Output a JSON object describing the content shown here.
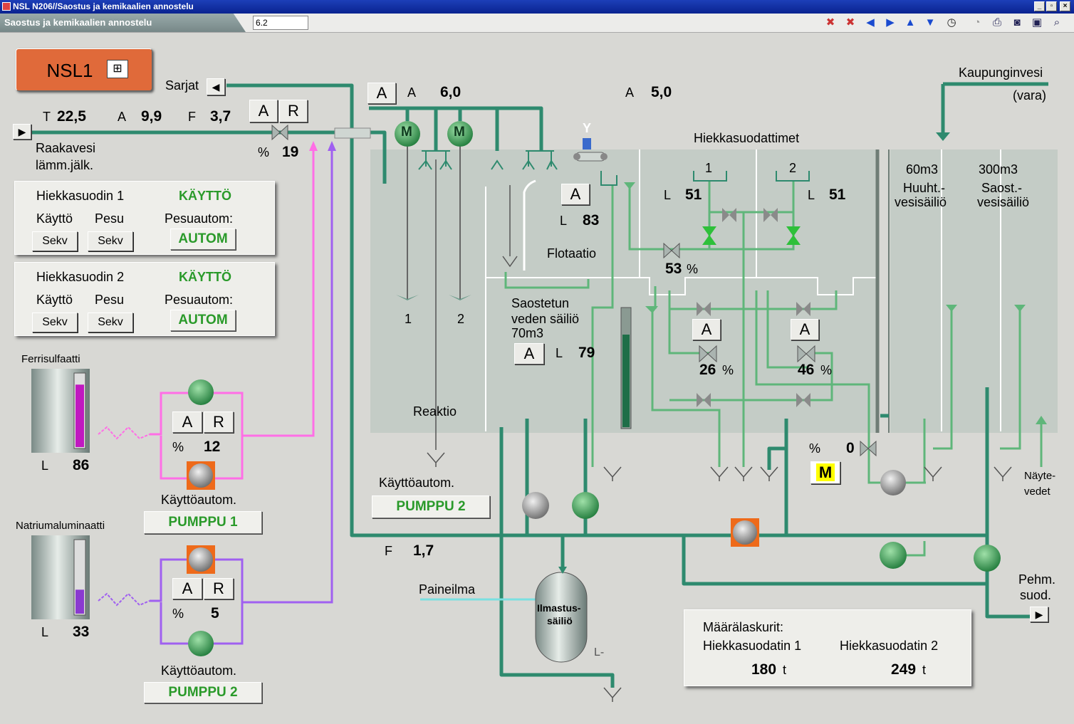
{
  "window": {
    "title": "NSL N206//Saostus ja kemikaalien annostelu"
  },
  "header": {
    "tab_label": "Saostus ja kemikaalien annostelu",
    "field_value": "6.2"
  },
  "toolbar": {
    "icons": [
      "alarm-off-icon",
      "alarm-ack-icon",
      "arrow-left-icon",
      "arrow-right-icon",
      "arrow-up-icon",
      "arrow-down-icon",
      "clock-icon",
      "history-icon",
      "print-icon",
      "camera-icon",
      "screen-icon",
      "zoom-icon"
    ]
  },
  "nsl": {
    "label": "NSL1"
  },
  "sarjat": {
    "label": "Sarjat"
  },
  "raw": {
    "t_label": "T",
    "t_value": "22,5",
    "a_label": "A",
    "a_value": "9,9",
    "f_label": "F",
    "f_value": "3,7",
    "name_line1": "Raakavesi",
    "name_line2": "lämm.jälk.",
    "pct_label": "%",
    "valve_pct": "19",
    "btn_a": "A",
    "btn_r": "R"
  },
  "filter1": {
    "title": "Hiekkasuodin 1",
    "status": "KÄYTTÖ",
    "kaytto": "Käyttö",
    "pesu": "Pesu",
    "pesuautom": "Pesuautom:",
    "sekv1": "Sekv",
    "sekv2": "Sekv",
    "autom": "AUTOM"
  },
  "filter2": {
    "title": "Hiekkasuodin 2",
    "status": "KÄYTTÖ",
    "kaytto": "Käyttö",
    "pesu": "Pesu",
    "pesuautom": "Pesuautom:",
    "sekv1": "Sekv",
    "sekv2": "Sekv",
    "autom": "AUTOM"
  },
  "ferri": {
    "title": "Ferrisulfaatti",
    "l_label": "L",
    "l_value": "86",
    "level": 0.86,
    "btn_a": "A",
    "btn_r": "R",
    "pct_label": "%",
    "pct_value": "12",
    "autom_label": "Käyttöautom.",
    "pump_btn": "PUMPPU 1",
    "color": "#c018c0"
  },
  "natrium": {
    "title": "Natriumaluminaatti",
    "l_label": "L",
    "l_value": "33",
    "level": 0.33,
    "btn_a": "A",
    "btn_r": "R",
    "pct_label": "%",
    "pct_value": "5",
    "autom_label": "Käyttöautom.",
    "pump_btn": "PUMPPU 2",
    "color": "#8a3ad0"
  },
  "top": {
    "btn_a": "A",
    "a1_label": "A",
    "a1_value": "6,0",
    "a2_label": "A",
    "a2_value": "5,0"
  },
  "mixers": {
    "m1": "M",
    "m2": "M",
    "n1": "1",
    "n2": "2"
  },
  "reaktio": {
    "label": "Reaktio"
  },
  "flot": {
    "btn_a": "A",
    "l_label": "L",
    "l_value": "83",
    "label": "Flotaatio",
    "y_label": "Y",
    "valve_pct": "53",
    "pct_unit": "%"
  },
  "hiekka": {
    "title": "Hiekkasuodattimet",
    "f1": "1",
    "f2": "2",
    "l1_label": "L",
    "l1_value": "51",
    "l2_label": "L",
    "l2_value": "51",
    "btn_a1": "A",
    "btn_a2": "A",
    "v1_pct": "26",
    "v2_pct": "46",
    "pct_unit": "%"
  },
  "saostettu": {
    "line1": "Saostetun",
    "line2": "veden säiliö",
    "line3": "70m3",
    "btn_a": "A",
    "l_label": "L",
    "l_value": "79",
    "autom_label": "Käyttöautom.",
    "pump_btn": "PUMPPU 2"
  },
  "tank60": {
    "line1": "60m3",
    "line2": "Huuht.-",
    "line3": "vesisäiliö"
  },
  "tank300": {
    "line1": "300m3",
    "line2": "Saost.-",
    "line3": "vesisäiliö"
  },
  "kaupunki": {
    "line1": "Kaupunginvesi",
    "line2": "(vara)"
  },
  "manual": {
    "pct_label": "%",
    "pct_value": "0",
    "m_label": "M"
  },
  "naytevedet": {
    "line1": "Näyte-",
    "line2": "vedet"
  },
  "f_flow": {
    "label": "F",
    "value": "1,7"
  },
  "paineilma": {
    "label": "Paineilma"
  },
  "ilmastus": {
    "line1": "Ilmastus-",
    "line2": "säiliö",
    "l_label": "L-"
  },
  "pehm": {
    "line1": "Pehm.",
    "line2": "suod."
  },
  "counters": {
    "title": "Määrälaskurit:",
    "h1": "Hiekkasuodatin 1",
    "h2": "Hiekkasuodatin 2",
    "v1": "180",
    "v2": "249",
    "unit": "t"
  },
  "colors": {
    "pipe": "#2e8a6e",
    "pipe_light": "#5fb67a",
    "ferri": "#ff6ee6",
    "natrium": "#a060f0",
    "basin": "#c4ccc6",
    "nsl": "#e06a3a"
  }
}
